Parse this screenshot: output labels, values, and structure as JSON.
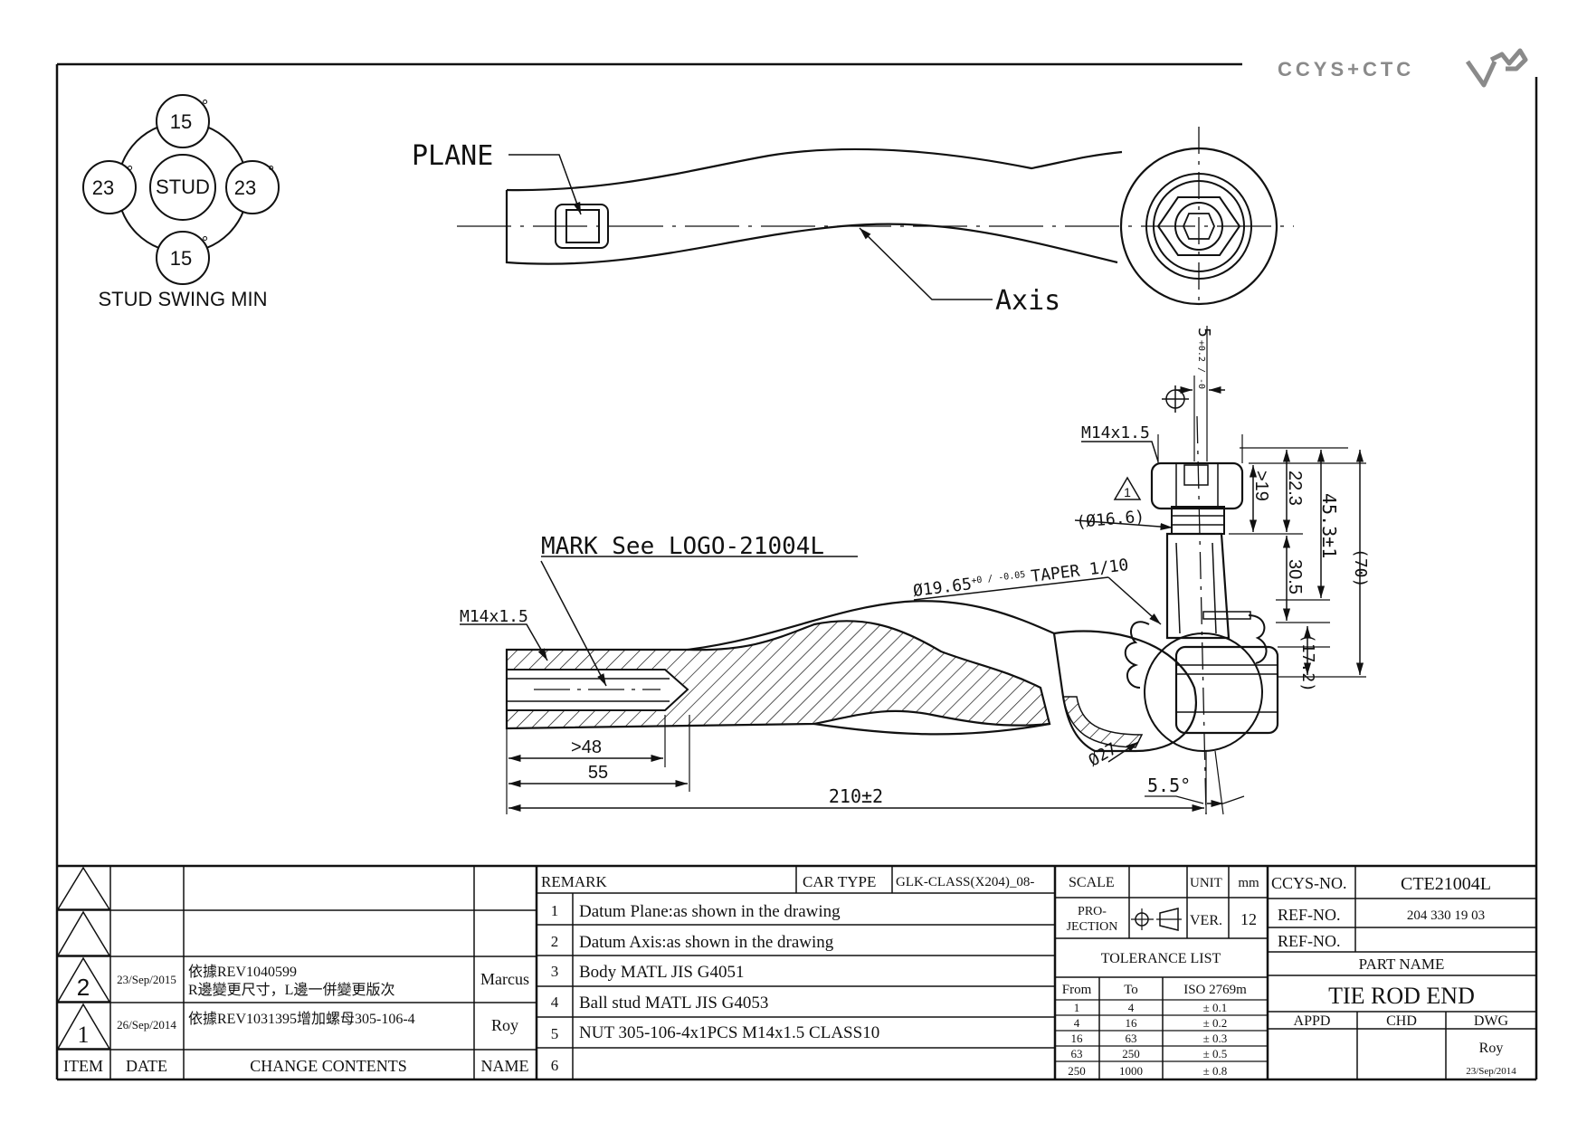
{
  "logo": {
    "text": "CCYS+CTC"
  },
  "swing": {
    "top": "15",
    "left": "23",
    "right": "23",
    "bottom": "15",
    "center": "STUD",
    "deg": "°",
    "caption": "STUD SWING MIN"
  },
  "top_view": {
    "plane_label": "PLANE",
    "axis_label": "Axis"
  },
  "side_view": {
    "mark_label": "MARK See LOGO-21004L",
    "thread_left": "M14x1.5",
    "thread_stud": "M14x1.5",
    "dim_5": "5",
    "dim_5_tol": "+0.2 / -0",
    "dim_16_6": "(Ø16.6)",
    "taper": "Ø19.65",
    "taper_tol": "+0 / -0.05",
    "taper_text": "TAPER 1/10",
    "dim_19": ">19",
    "dim_22_3": "22.3",
    "dim_45_3": "45.3±1",
    "dim_70": "(70)",
    "dim_30_5": "30.5",
    "dim_17_2": "(17.2)",
    "dim_27": "Ø27",
    "dim_48": ">48",
    "dim_55": "55",
    "dim_210": "210±2",
    "angle": "5.5°",
    "warn": "1"
  },
  "revisions": {
    "rows": [
      {
        "mark": "",
        "date": "",
        "contents": "",
        "name": ""
      },
      {
        "mark": "",
        "date": "",
        "contents": "",
        "name": ""
      },
      {
        "mark": "2",
        "date": "23/Sep/2015",
        "contents_line1": "依據REV1040599",
        "contents_line2": "R邊變更尺寸，L邊一併變更版次",
        "name": "Marcus"
      },
      {
        "mark": "1",
        "date": "26/Sep/2014",
        "contents_line1": "依據REV1031395增加螺母305-106-4",
        "contents_line2": "",
        "name": "Roy"
      }
    ],
    "header": {
      "item": "ITEM",
      "date": "DATE",
      "contents": "CHANGE CONTENTS",
      "name": "NAME"
    }
  },
  "remarks": {
    "title": "REMARK",
    "car_type_label": "CAR TYPE",
    "car_type_value": "GLK-CLASS(X204)_08-",
    "items": [
      {
        "no": "1",
        "text": "Datum Plane:as shown in the drawing"
      },
      {
        "no": "2",
        "text": "Datum Axis:as shown in the drawing"
      },
      {
        "no": "3",
        "text": "Body MATL JIS G4051"
      },
      {
        "no": "4",
        "text": "Ball stud MATL JIS G4053"
      },
      {
        "no": "5",
        "text": "NUT 305-106-4x1PCS M14x1.5 CLASS10"
      },
      {
        "no": "6",
        "text": ""
      }
    ]
  },
  "spec": {
    "scale_label": "SCALE",
    "scale_value": "",
    "unit_label": "UNIT",
    "unit_value": "mm",
    "projection_label_1": "PRO-",
    "projection_label_2": "JECTION",
    "ver_label": "VER.",
    "ver_value": "12",
    "tolerance_title": "TOLERANCE LIST",
    "tol_header": {
      "from": "From",
      "to": "To",
      "iso": "ISO 2769m"
    },
    "tol_rows": [
      {
        "from": "1",
        "to": "4",
        "tol": "± 0.1"
      },
      {
        "from": "4",
        "to": "16",
        "tol": "± 0.2"
      },
      {
        "from": "16",
        "to": "63",
        "tol": "± 0.3"
      },
      {
        "from": "63",
        "to": "250",
        "tol": "± 0.5"
      },
      {
        "from": "250",
        "to": "1000",
        "tol": "± 0.8"
      }
    ]
  },
  "title_block": {
    "ccys_label": "CCYS-NO.",
    "ccys_value": "CTE21004L",
    "ref1_label": "REF-NO.",
    "ref1_value": "204 330 19 03",
    "ref2_label": "REF-NO.",
    "ref2_value": "",
    "part_name_label": "PART NAME",
    "part_name_value": "TIE ROD END",
    "appd": "APPD",
    "chd": "CHD",
    "dwg": "DWG",
    "dwg_name": "Roy",
    "dwg_date": "23/Sep/2014"
  }
}
